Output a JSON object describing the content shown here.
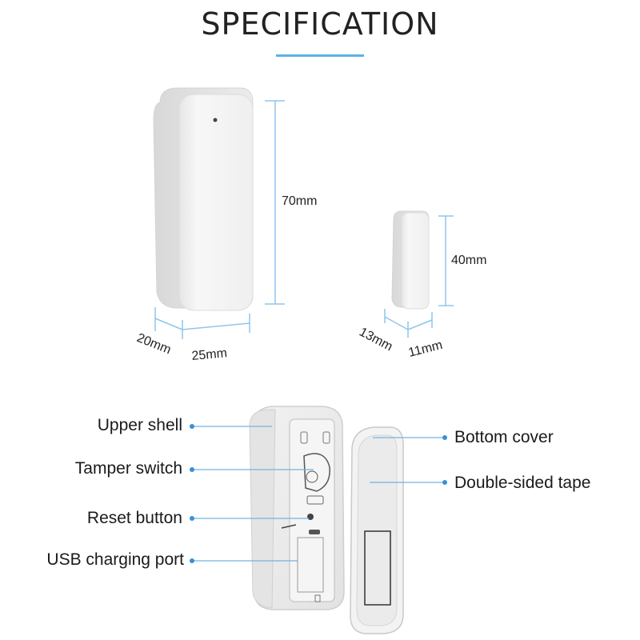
{
  "title": "SPECIFICATION",
  "large_sensor": {
    "height": "70mm",
    "depth": "20mm",
    "width": "25mm"
  },
  "small_magnet": {
    "height": "40mm",
    "depth": "13mm",
    "width": "11mm"
  },
  "parts_left": [
    "Upper shell",
    "Tamper switch",
    "Reset button",
    "USB charging port"
  ],
  "parts_right": [
    "Bottom cover",
    "Double-sided tape"
  ],
  "colors": {
    "accent": "#5ab4e8",
    "callout_dot": "#3b8fd6",
    "dimension_line": "#8fc6ec"
  }
}
